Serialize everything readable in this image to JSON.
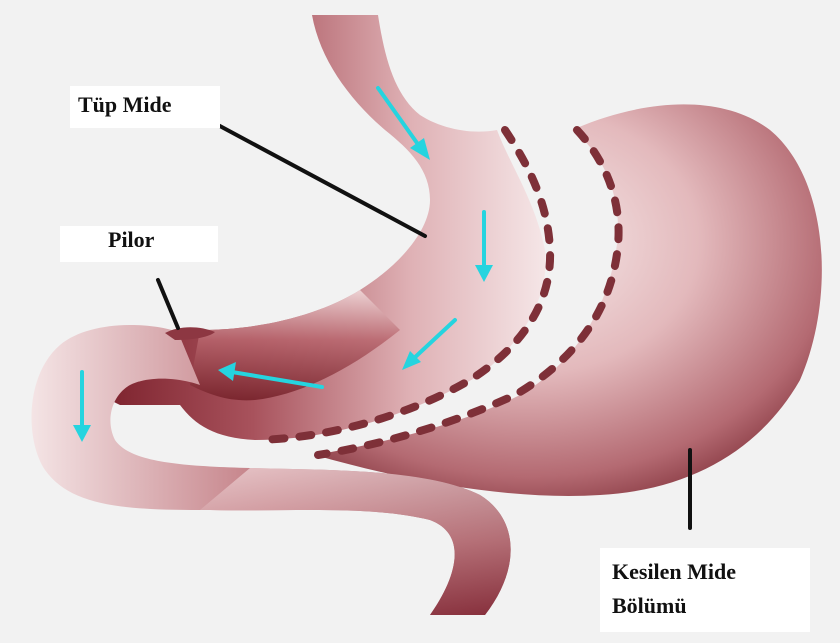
{
  "labels": {
    "tube_stomach": "Tüp Mide",
    "pylorus": "Pilor",
    "removed_line1": "Kesilen Mide",
    "removed_line2": "Bölümü"
  },
  "colors": {
    "background": "#f2f2f2",
    "tissue_light": "#f6e9ea",
    "tissue_mid": "#c98a90",
    "tissue_dark": "#7a1f2a",
    "staple_dash": "#7e3038",
    "arrow": "#25d4df",
    "leader_line": "#111111"
  },
  "arrows": [
    "flow-arrow-down",
    "flow-arrow-down",
    "flow-arrow-down",
    "flow-arrow-diag",
    "flow-arrow-left",
    "flow-arrow-down"
  ]
}
